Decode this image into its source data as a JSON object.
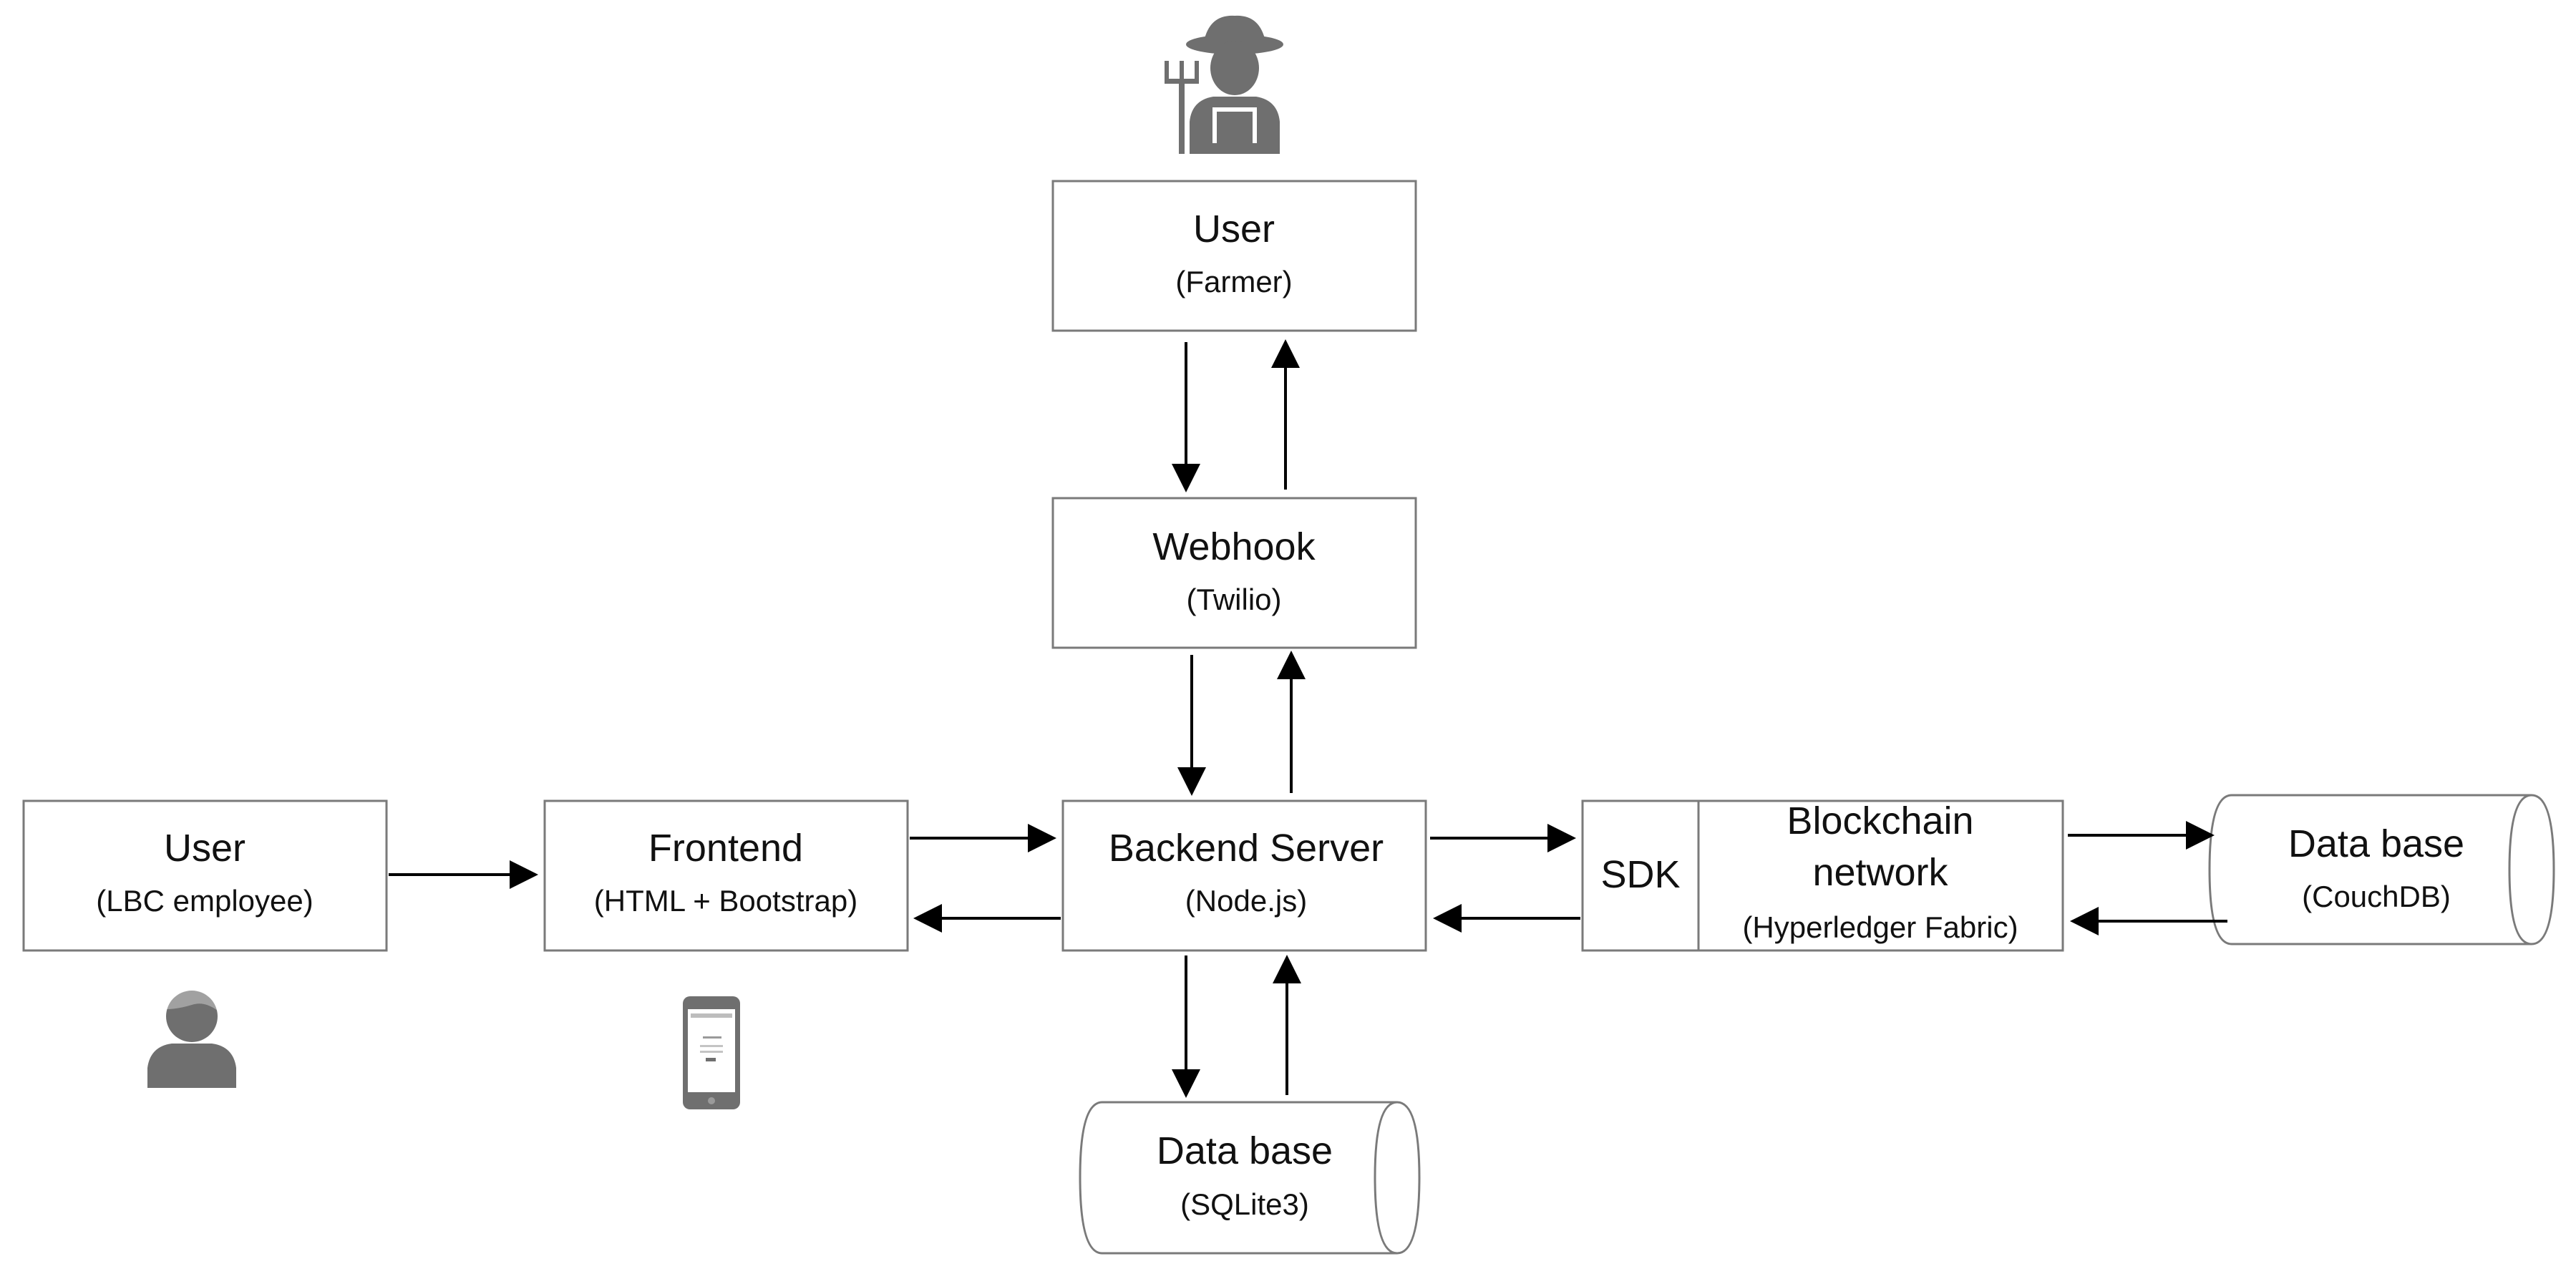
{
  "nodes": {
    "farmer": {
      "title": "User",
      "subtitle": "(Farmer)"
    },
    "webhook": {
      "title": "Webhook",
      "subtitle": "(Twilio)"
    },
    "lbc_user": {
      "title": "User",
      "subtitle": "(LBC employee)"
    },
    "frontend": {
      "title": "Frontend",
      "subtitle": "(HTML + Bootstrap)"
    },
    "backend": {
      "title": "Backend Server",
      "subtitle": "(Node.js)"
    },
    "sdk": {
      "title": "SDK"
    },
    "blockchain": {
      "title_line1": "Blockchain",
      "title_line2": "network",
      "subtitle": "(Hyperledger Fabric)"
    },
    "couchdb": {
      "title": "Data base",
      "subtitle": "(CouchDB)"
    },
    "sqlite": {
      "title": "Data base",
      "subtitle": "(SQLite3)"
    }
  },
  "icons": {
    "farmer": "farmer-icon",
    "employee": "person-icon",
    "phone": "smartphone-icon"
  },
  "colors": {
    "box_border": "#7a7a7a",
    "arrow": "#000000",
    "icon": "#6f6f6f"
  }
}
